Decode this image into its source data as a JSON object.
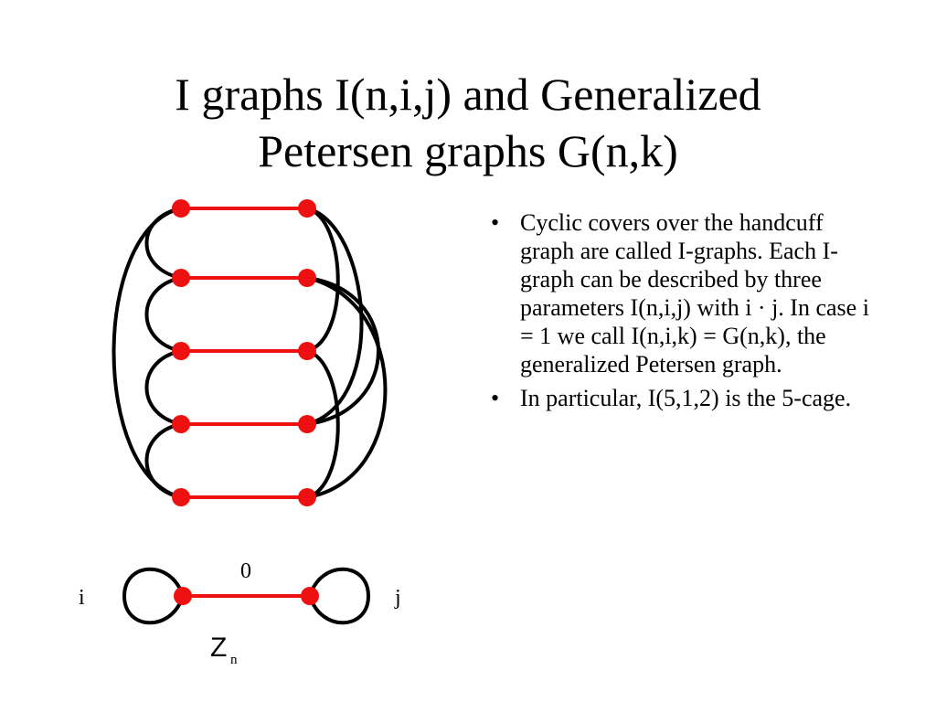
{
  "slide": {
    "title_line1": "I graphs I(n,i,j) and Generalized",
    "title_line2": "Petersen graphs G(n,k)",
    "bullets": [
      "Cyclic covers over the handcuff graph are called I-graphs. Each I-graph can be described by three parameters I(n,i,j) with i · j. In case i = 1 we call I(n,i,k) = G(n,k), the generalized Petersen graph.",
      "In particular, I(5,1,2) is the 5-cage."
    ],
    "bullet_symbol": "•"
  },
  "diagram": {
    "handcuff": {
      "left_loop_label": "i",
      "right_loop_label": "j",
      "edge_label": "0",
      "group_label": "Z",
      "group_subscript": "n"
    },
    "colors": {
      "vertex": "#ee1111",
      "spoke_edge": "#ee1111",
      "cycle_edge": "#000000"
    }
  }
}
